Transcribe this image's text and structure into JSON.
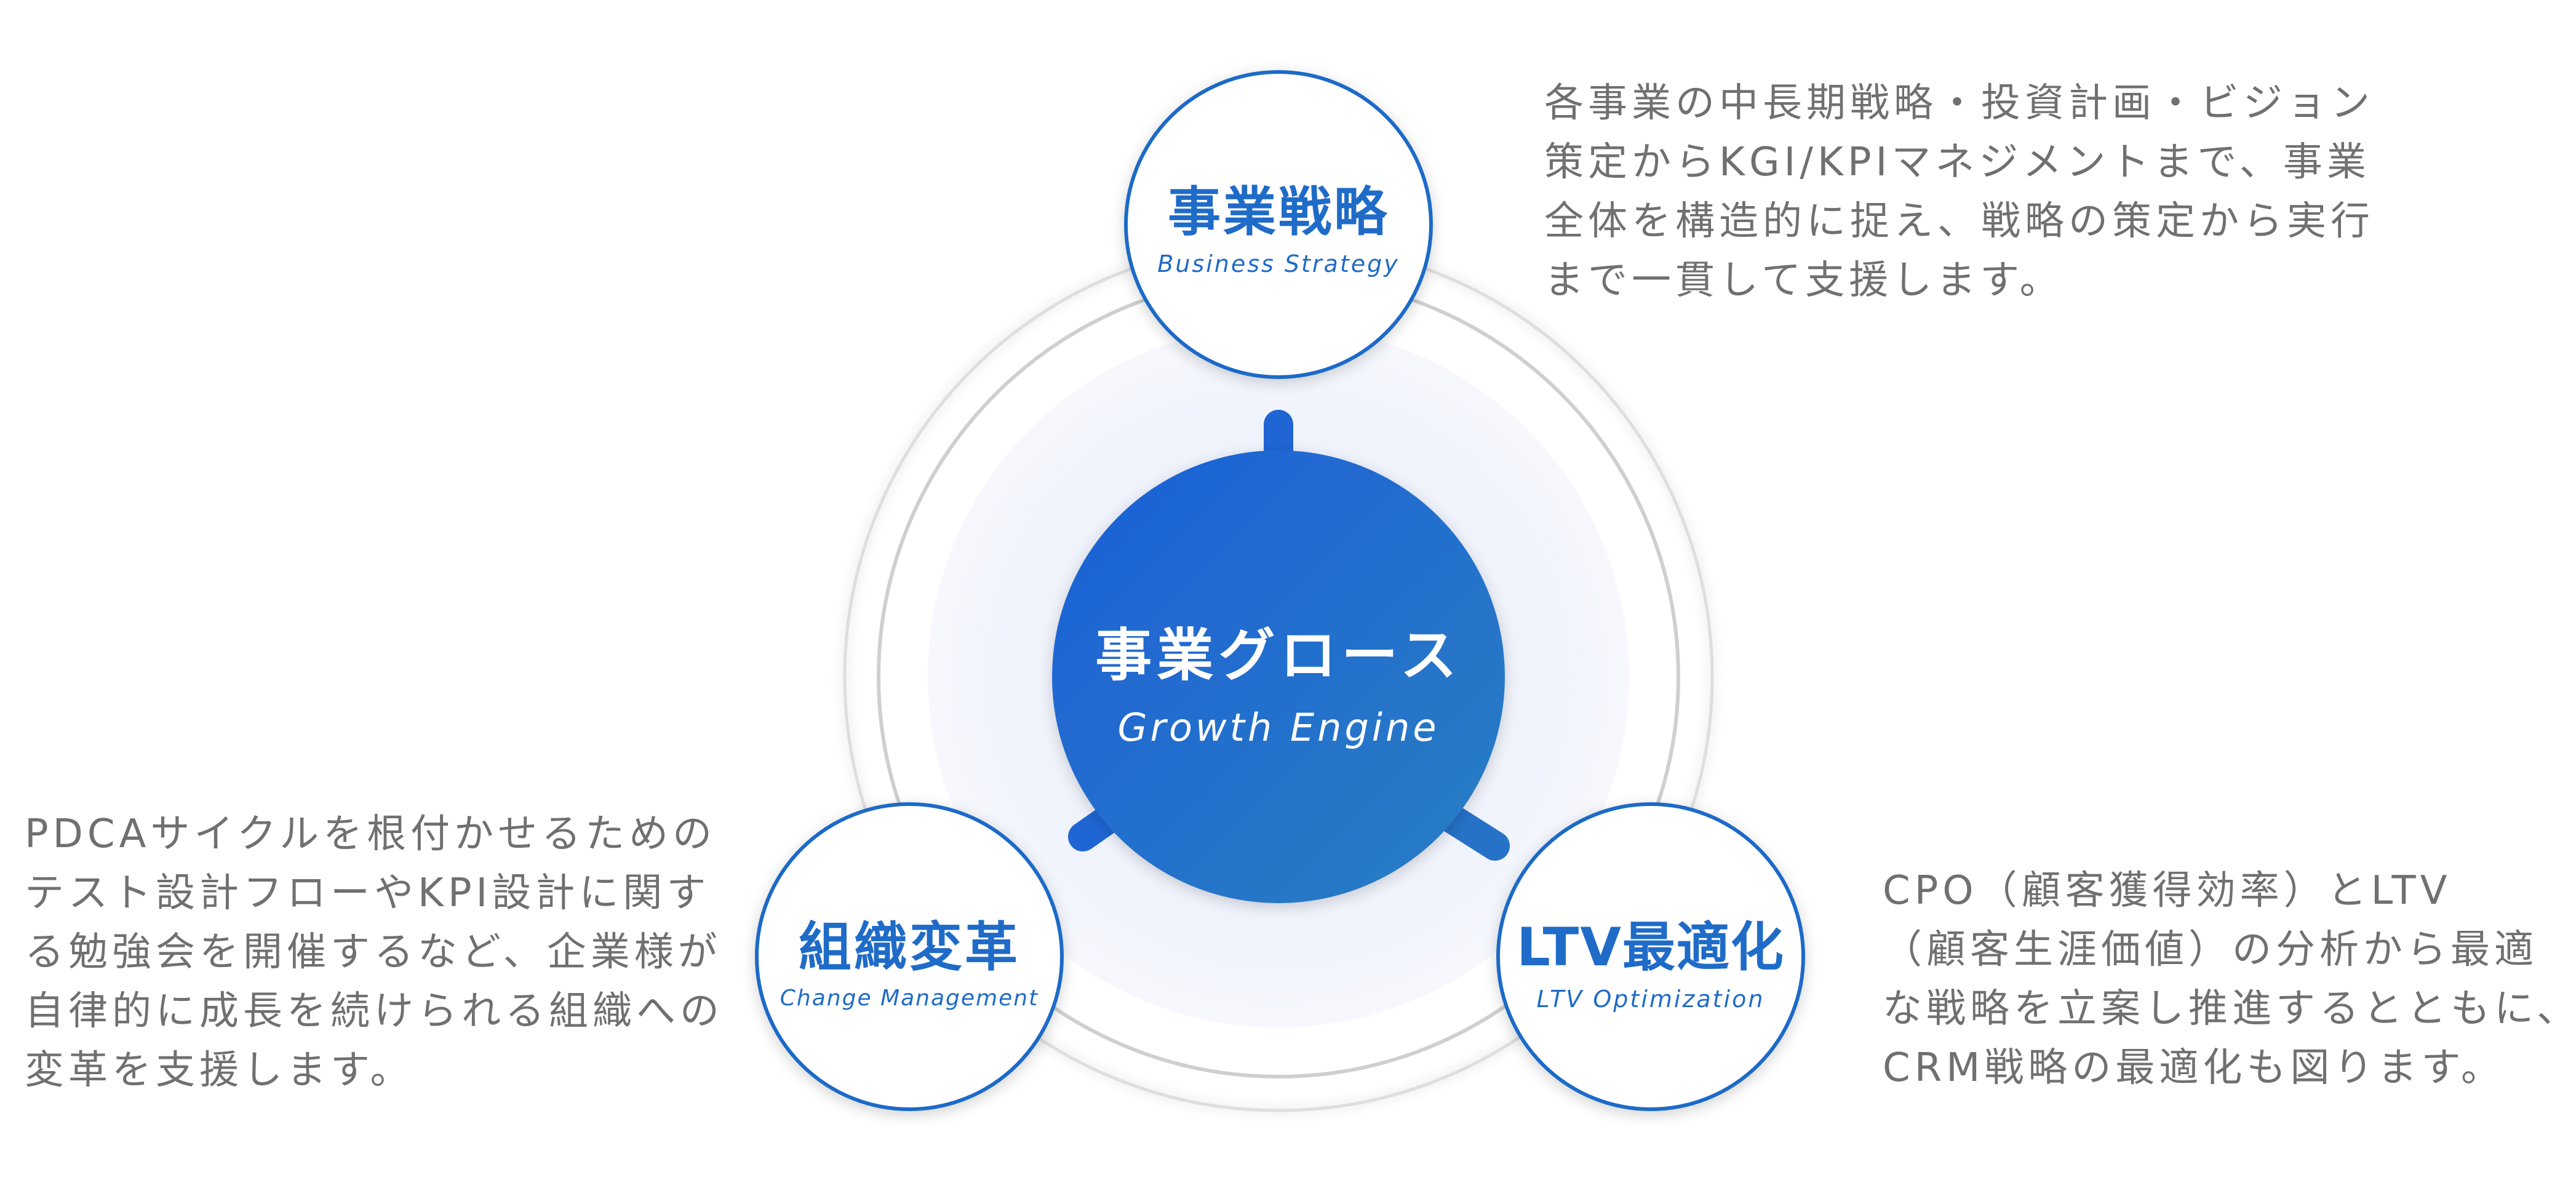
{
  "diagram": {
    "center": {
      "title": "事業グロース",
      "subtitle": "Growth Engine"
    },
    "nodes": [
      {
        "id": "strategy",
        "title": "事業戦略",
        "subtitle": "Business Strategy",
        "description": [
          "各事業の中長期戦略・投資計画・ビジョン",
          "策定からKGI/KPIマネジメントまで、事業",
          "全体を構造的に捉え、戦略の策定から実行",
          "まで一貫して支援します。"
        ]
      },
      {
        "id": "org",
        "title": "組織変革",
        "subtitle": "Change Management",
        "description": [
          "PDCAサイクルを根付かせるための",
          "テスト設計フローやKPI設計に関す",
          "る勉強会を開催するなど、企業様が",
          "自律的に成長を続けられる組織への",
          "変革を支援します。"
        ]
      },
      {
        "id": "ltv",
        "title": "LTV最適化",
        "subtitle": "LTV Optimization",
        "description": [
          "CPO（顧客獲得効率）とLTV",
          "（顧客生涯価値）の分析から最適",
          "な戦略を立案し推進するとともに、",
          "CRM戦略の最適化も図ります。"
        ]
      }
    ],
    "colors": {
      "primary": "#1f6bc8",
      "center_gradient_start": "#1c5fd8",
      "center_gradient_end": "#2a7cc4",
      "ring": "#d4d4d4",
      "text_gray": "#707070",
      "halo": "#eef2fb"
    }
  }
}
